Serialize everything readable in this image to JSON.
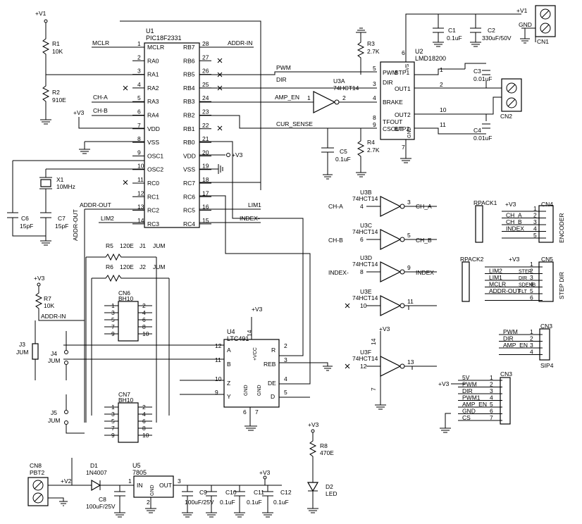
{
  "rails": {
    "vcc": "+V1",
    "v3": "+V3",
    "v2": "+V2",
    "gnd": "GND"
  },
  "mcu": {
    "ref": "U1",
    "part": "PIC18F2331",
    "left_pins": [
      {
        "n": "1",
        "name": "MCLR"
      },
      {
        "n": "2",
        "name": "RA0"
      },
      {
        "n": "3",
        "name": "RA1"
      },
      {
        "n": "4",
        "name": "RA2"
      },
      {
        "n": "5",
        "name": "RA3"
      },
      {
        "n": "6",
        "name": "RA4"
      },
      {
        "n": "7",
        "name": "VDD"
      },
      {
        "n": "8",
        "name": "VSS"
      },
      {
        "n": "9",
        "name": "OSC1"
      },
      {
        "n": "10",
        "name": "OSC2"
      },
      {
        "n": "11",
        "name": "RC0"
      },
      {
        "n": "12",
        "name": "RC1"
      },
      {
        "n": "13",
        "name": "RC2"
      },
      {
        "n": "14",
        "name": "RC3"
      }
    ],
    "right_pins": [
      {
        "n": "28",
        "name": "RB7"
      },
      {
        "n": "27",
        "name": "RB6"
      },
      {
        "n": "26",
        "name": "RB5"
      },
      {
        "n": "25",
        "name": "RB4"
      },
      {
        "n": "24",
        "name": "RB3"
      },
      {
        "n": "23",
        "name": "RB2"
      },
      {
        "n": "22",
        "name": "RB1"
      },
      {
        "n": "21",
        "name": "RB0"
      },
      {
        "n": "20",
        "name": "VDD"
      },
      {
        "n": "19",
        "name": "VSS"
      },
      {
        "n": "18",
        "name": "RC7"
      },
      {
        "n": "17",
        "name": "RC6"
      },
      {
        "n": "16",
        "name": "RC5"
      },
      {
        "n": "15",
        "name": "RC4"
      }
    ]
  },
  "driver": {
    "ref": "U2",
    "part": "LMD18200",
    "left_pins": [
      {
        "n": "5",
        "name": "PWM"
      },
      {
        "n": "3",
        "name": "DIR"
      },
      {
        "n": "4",
        "name": "BRAKE"
      },
      {
        "n": "8",
        "name": "TFOUT"
      },
      {
        "n": "9",
        "name": "CSOUT"
      }
    ],
    "right_pins": [
      {
        "n": "1",
        "name": "BTP1"
      },
      {
        "n": "2",
        "name": "OUT1"
      },
      {
        "n": "10",
        "name": "OUT2"
      },
      {
        "n": "11",
        "name": "BTP2"
      }
    ],
    "vs_pin": "6",
    "vs_name": "VS",
    "gnd_pin": "7",
    "gnd_name": "GND"
  },
  "transceiver": {
    "ref": "U4",
    "part": "LTC491",
    "left_pins": [
      {
        "n": "12",
        "name": "A"
      },
      {
        "n": "11",
        "name": "B"
      },
      {
        "n": "10",
        "name": "Z"
      },
      {
        "n": "9",
        "name": "Y"
      }
    ],
    "right_pins": [
      {
        "n": "2",
        "name": "R"
      },
      {
        "n": "3",
        "name": "REB"
      },
      {
        "n": "4",
        "name": "DE"
      },
      {
        "n": "5",
        "name": "D"
      }
    ],
    "vcc_name": "+VCC",
    "vcc_pin": "14",
    "gnd_name": "GND",
    "gnd_pins": [
      "6",
      "7"
    ]
  },
  "regulator": {
    "ref": "U5",
    "part": "7805",
    "in": "IN",
    "out": "OUT",
    "gnd": "GND",
    "pin_in": "1",
    "pin_out": "3",
    "pin_gnd": "2"
  },
  "gates": [
    {
      "ref": "U3A",
      "part": "74HCT14",
      "in": "1",
      "out": "2"
    },
    {
      "ref": "U3B",
      "part": "74HCT14",
      "in": "4",
      "out": "3"
    },
    {
      "ref": "U3C",
      "part": "74HCT14",
      "in": "6",
      "out": "5"
    },
    {
      "ref": "U3D",
      "part": "74HCT14",
      "in": "8",
      "out": "9"
    },
    {
      "ref": "U3E",
      "part": "74HCT14",
      "in": "10",
      "out": "11"
    },
    {
      "ref": "U3F",
      "part": "74HCT14",
      "in": "12",
      "out": "13",
      "vcc_pin": "14",
      "gnd_pin": "7"
    }
  ],
  "nets": {
    "mclr": "MCLR",
    "addr_in": "ADDR-IN",
    "pwm": "PWM",
    "dir": "DIR",
    "amp_en": "AMP_EN",
    "cur_sense": "CUR_SENSE",
    "ch_a": "CH-A",
    "ch_b": "CH-B",
    "ch_a_out": "CH_A",
    "ch_b_out": "CH_B",
    "index_in": "INDEX-",
    "index_out": "INDEX",
    "lim1": "LIM1",
    "lim2": "LIM2",
    "index_rc4": "INDEX-",
    "addr_out": "ADDR-OUT"
  },
  "passives": {
    "R1": {
      "ref": "R1",
      "val": "10K"
    },
    "R2": {
      "ref": "R2",
      "val": "910E"
    },
    "R3": {
      "ref": "R3",
      "val": "2.7K"
    },
    "R4": {
      "ref": "R4",
      "val": "2.7K"
    },
    "R5": {
      "ref": "R5",
      "val": "120E"
    },
    "R6": {
      "ref": "R6",
      "val": "120E"
    },
    "R7": {
      "ref": "R7",
      "val": "10K"
    },
    "R8": {
      "ref": "R8",
      "val": "470E"
    },
    "C1": {
      "ref": "C1",
      "val": "0.1uF"
    },
    "C2": {
      "ref": "C2",
      "val": "330uF/50V"
    },
    "C3": {
      "ref": "C3",
      "val": "0.01uF"
    },
    "C4": {
      "ref": "C4",
      "val": "0.01uF"
    },
    "C5": {
      "ref": "C5",
      "val": "0.1uF"
    },
    "C6": {
      "ref": "C6",
      "val": "15pF"
    },
    "C7": {
      "ref": "C7",
      "val": "15pF"
    },
    "C8": {
      "ref": "C8",
      "val": "100uF/25V"
    },
    "C9": {
      "ref": "C9",
      "val": "100uF/25V"
    },
    "C10": {
      "ref": "C10",
      "val": "0.1uF"
    },
    "C11": {
      "ref": "C11",
      "val": "0.1uF"
    },
    "C12": {
      "ref": "C12",
      "val": "0.1uF"
    },
    "X1": {
      "ref": "X1",
      "val": "10MHz"
    },
    "D1": {
      "ref": "D1",
      "val": "1N4007"
    },
    "D2": {
      "ref": "D2",
      "val": "LED"
    },
    "J1": {
      "ref": "J1",
      "val": "JUM"
    },
    "J2": {
      "ref": "J2",
      "val": "JUM"
    },
    "J3": {
      "ref": "J3",
      "val": "JUM"
    },
    "J4": {
      "ref": "J4",
      "val": "JUM"
    },
    "J5": {
      "ref": "J5",
      "val": "JUM"
    }
  },
  "connectors": {
    "cn1": {
      "ref": "CN1"
    },
    "cn2": {
      "ref": "CN2"
    },
    "cn8": {
      "ref": "CN8",
      "part": "PBT2"
    },
    "cn6": {
      "ref": "CN6",
      "part": "BH10",
      "pins": [
        "1",
        "2",
        "3",
        "4",
        "5",
        "6",
        "7",
        "8",
        "9",
        "10"
      ]
    },
    "cn7": {
      "ref": "CN7",
      "part": "BH10",
      "pins": [
        "1",
        "2",
        "3",
        "4",
        "5",
        "6",
        "7",
        "8",
        "9",
        "10"
      ]
    },
    "cn4": {
      "ref": "CN4",
      "title": "ENCODER",
      "rpack": "RPACK1",
      "rows": [
        {
          "n": "1",
          "sig": ""
        },
        {
          "n": "2",
          "sig": "CH_A"
        },
        {
          "n": "3",
          "sig": "CH_B"
        },
        {
          "n": "4",
          "sig": "INDEX"
        },
        {
          "n": "5",
          "sig": ""
        }
      ]
    },
    "cn5": {
      "ref": "CN5",
      "title": "STEP DIR",
      "rpack": "RPACK2",
      "rows": [
        {
          "n": "1",
          "sig": "",
          "alt": ""
        },
        {
          "n": "2",
          "sig": "LIM2",
          "alt": "STEP"
        },
        {
          "n": "3",
          "sig": "LIM1",
          "alt": "DIR"
        },
        {
          "n": "4",
          "sig": "MCLR",
          "alt": "SDENB"
        },
        {
          "n": "5",
          "sig": "ADDR-OUT",
          "alt": "FLT"
        },
        {
          "n": "6",
          "sig": "",
          "alt": ""
        }
      ]
    },
    "cn3a": {
      "ref": "CN3",
      "part": "SIP4",
      "rows": [
        {
          "n": "1",
          "sig": "PWM"
        },
        {
          "n": "2",
          "sig": "DIR"
        },
        {
          "n": "3",
          "sig": "AMP_EN"
        },
        {
          "n": "4",
          "sig": ""
        }
      ]
    },
    "cn3b": {
      "ref": "CN3",
      "rows": [
        {
          "n": "1",
          "sig": "5V"
        },
        {
          "n": "2",
          "sig": "PWM"
        },
        {
          "n": "3",
          "sig": "DIR"
        },
        {
          "n": "4",
          "sig": "PWM1"
        },
        {
          "n": "5",
          "sig": "AMP_EN"
        },
        {
          "n": "6",
          "sig": "GND"
        },
        {
          "n": "7",
          "sig": "CS"
        }
      ]
    }
  }
}
